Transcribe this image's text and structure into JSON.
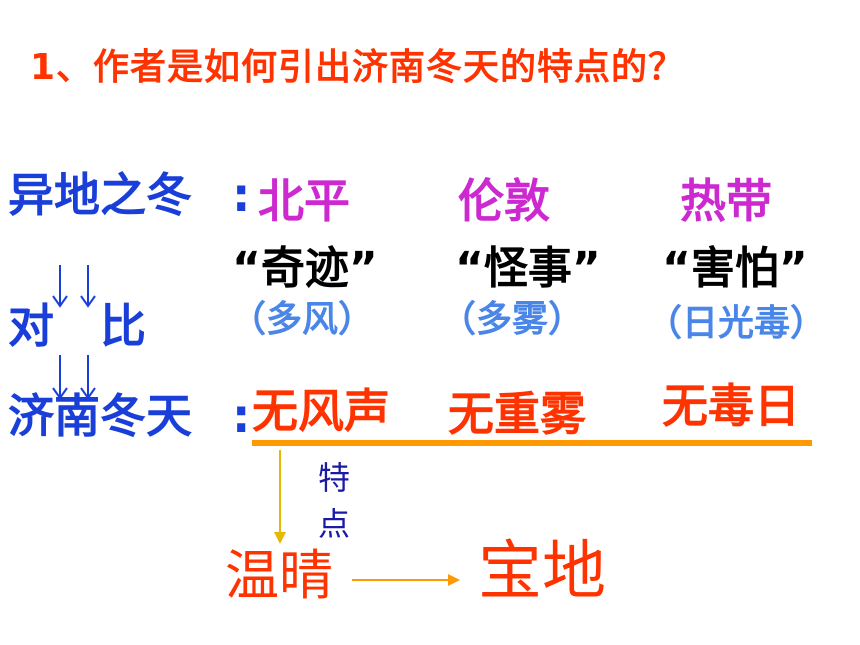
{
  "question": "1、作者是如何引出济南冬天的特点的？",
  "left_labels": {
    "other_winter": "异地之冬",
    "compare": "对　比",
    "jinan_winter": "济南冬天"
  },
  "colon": ":",
  "places": [
    {
      "city": "北平",
      "quote": "“奇迹”",
      "note": "（多风）",
      "feature": "无风声"
    },
    {
      "city": "伦敦",
      "quote": "“怪事”",
      "note": "（多雾）",
      "feature": "无重雾"
    },
    {
      "city": "热带",
      "quote": "“害怕”",
      "note": "（日光毒）",
      "feature": "无毒日"
    }
  ],
  "feature_vertical": [
    "特",
    "点"
  ],
  "conclusion": {
    "warm": "温晴",
    "treasure": "宝地"
  },
  "colors": {
    "red": "#ff3300",
    "blue": "#1a3fd9",
    "magenta": "#cc2ad0",
    "light_blue": "#4a86e8",
    "orange": "#ff9900",
    "yellow_arrow": "#e6b800"
  }
}
